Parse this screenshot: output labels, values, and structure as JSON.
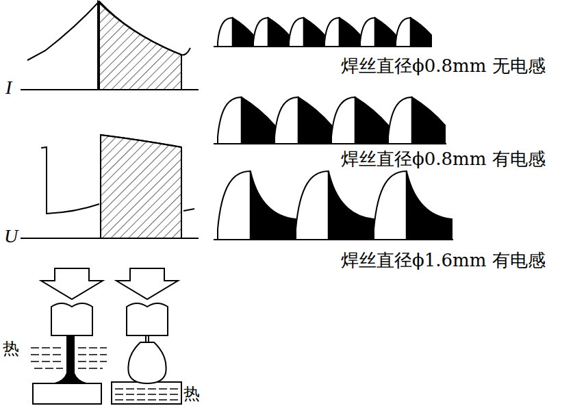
{
  "diagram": {
    "labels": [
      "I",
      "U",
      "焊丝直径ϕ0.8mm 无电感",
      "焊丝直径ϕ0.8mm 有电感",
      "焊丝直径ϕ1.6mm 有电感",
      "热",
      "热"
    ]
  }
}
